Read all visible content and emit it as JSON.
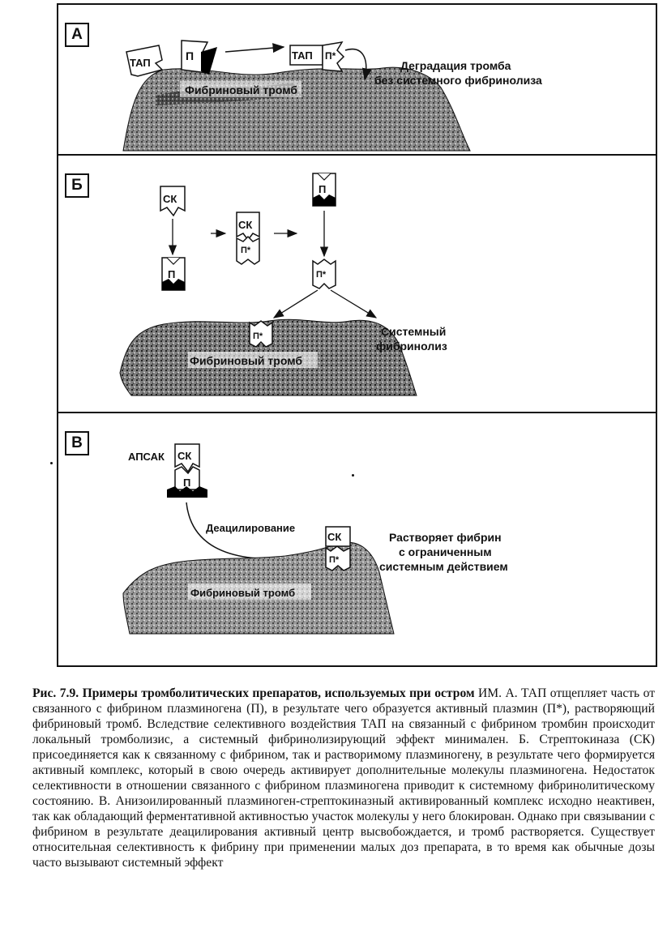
{
  "panels": {
    "a": {
      "label": "А",
      "tap": "ТАП",
      "p": "П",
      "tap_right": "ТАП",
      "p_star": "П*",
      "clot": "Фибриновый тромб",
      "result_line1": "Деградация тромба",
      "result_line2": "без системного фибринолиза"
    },
    "b": {
      "label": "Б",
      "sk": "СК",
      "p_bottom": "П",
      "sk_complex": "СК",
      "p_star_complex": "П*",
      "p_top_right": "П",
      "p_star_mid": "П*",
      "p_star_clot": "П*",
      "clot": "Фибриновый тромб",
      "systemic_line1": "Системный",
      "systemic_line2": "фибринолиз"
    },
    "c": {
      "label": "В",
      "apsak": "АПСАК",
      "sk": "СК",
      "p": "П",
      "deacylation": "Деацилирование",
      "sk_right": "СК",
      "p_star": "П*",
      "clot": "Фибриновый тромб",
      "result_line1": "Растворяет фибрин",
      "result_line2": "с ограниченным",
      "result_line3": "системным действием"
    }
  },
  "caption": {
    "lead": "Рис. 7.9. Примеры тромболитических препаратов, используемых при остром",
    "text": " ИМ. А. ТАП отщепляет часть от связанного с фибрином плазминогена (П), в результате чего образуется активный плазмин (П*), растворяющий фибриновый тромб. Вследствие селективного воздействия ТАП на связанный с фибрином тромбин происходит локальный тромболизис, а системный фибринолизирующий эффект минимален. Б. Стрептокиназа (СК) присоединяется как к связанному с фибрином, так и растворимому плазминогену, в результате чего формируется активный комплекс, который в свою очередь активирует дополнительные молекулы плазминогена. Недостаток селективности в отношении связанного с фибрином плазминогена приводит к системному фибринолитическому состоянию. В. Анизоилированный плазминоген-стрептокиназный активированный комплекс исходно неактивен, так как обладающий ферментативной активностью участок молекулы у него блокирован. Однако при связывании с фибрином в результате деацилирования активный центр высвобождается, и тромб растворяется. Существует относительная селективность к фибрину при применении малых доз препарата, в то время как обычные дозы часто вызывают системный эффект"
  }
}
